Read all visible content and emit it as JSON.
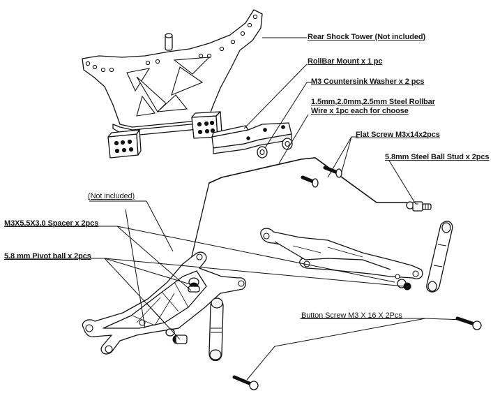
{
  "labels": {
    "rear_shock_tower": "Rear Shock Tower (Not included)",
    "rollbar_mount": "RollBar Mount x 1 pc",
    "countersink_washer": "M3 Countersink Washer x 2 pcs",
    "rollbar_wire_line1": "1.5mm,2.0mm,2.5mm Steel Rollbar",
    "rollbar_wire_line2": "Wire x 1pc each for choose",
    "flat_screw": "Flat Screw M3x14x2pcs",
    "ball_stud": "5.8mm Steel Ball Stud x 2pcs",
    "not_included": "(Not included)",
    "spacer": "M3X5.5X3.0 Spacer x 2pcs",
    "pivot_ball": "5.8 mm Pivot ball x 2pcs",
    "button_screw": "Button Screw M3 X 16 X 2Pcs"
  }
}
